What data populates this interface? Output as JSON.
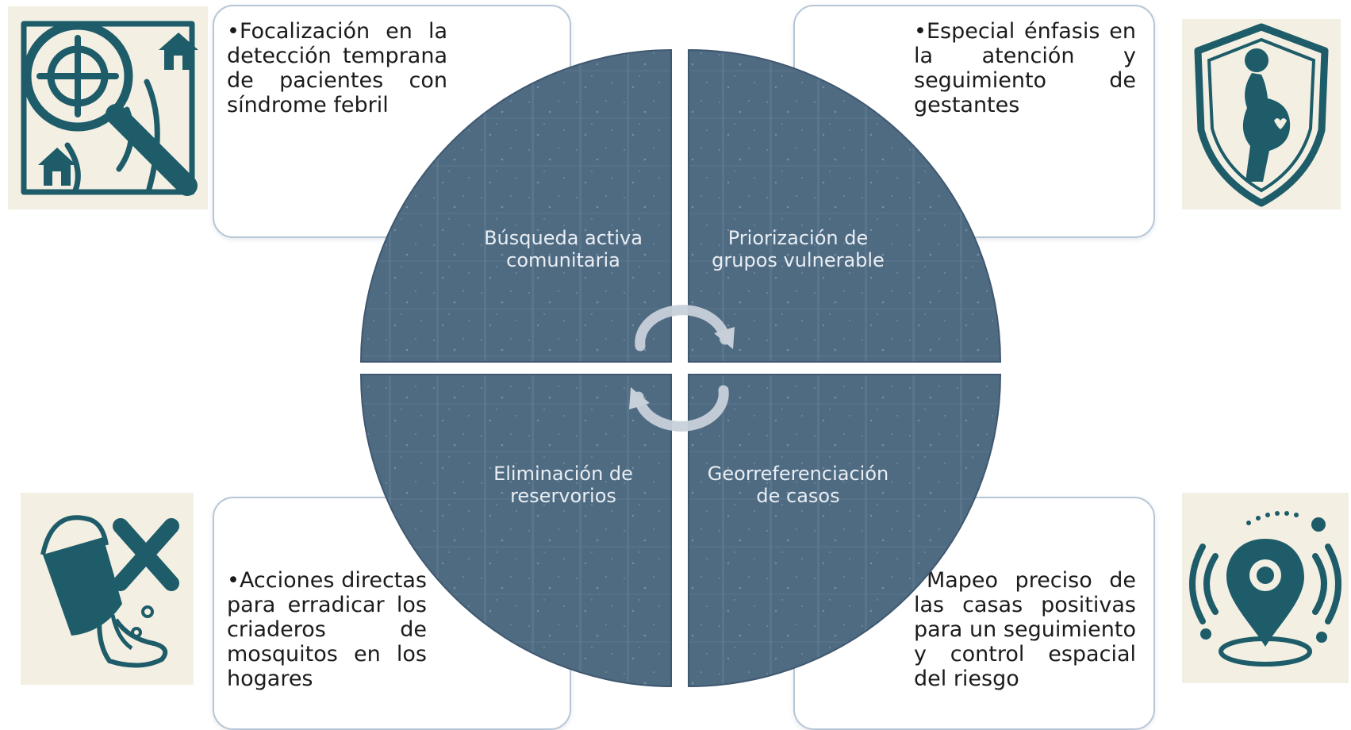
{
  "quadrants": [
    {
      "line1": "Búsqueda activa",
      "line2": "comunitaria",
      "icon": "magnifier-target-houses-icon"
    },
    {
      "line1": "Priorización de",
      "line2": "grupos vulnerable",
      "icon": "pregnant-woman-shield-icon"
    },
    {
      "line1": "Eliminación de",
      "line2": "reservorios",
      "icon": "bucket-spill-cross-icon"
    },
    {
      "line1": "Georreferenciación",
      "line2": "de casos",
      "icon": "location-pin-signal-icon"
    }
  ],
  "callouts": [
    {
      "text": "Focalización en la detección temprana de pacientes con síndrome febril"
    },
    {
      "text": "Especial énfasis en la atención y seguimiento de gestantes"
    },
    {
      "text": "Acciones directas para erradicar los criaderos de mosquitos en los hogares"
    },
    {
      "text": "Mapeo preciso de las casas positivas para un seguimiento y control espacial del riesgo"
    }
  ],
  "colors": {
    "quadrant_fill": "#4f6b82",
    "icon_teal": "#1d5c68",
    "icon_background": "#f3efe3",
    "callout_border": "#b7c6d6"
  },
  "center_icon": "cycle-arrows-icon"
}
